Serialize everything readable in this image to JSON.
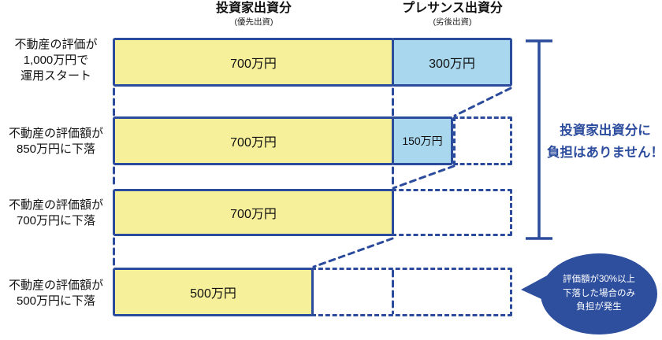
{
  "headers": {
    "investor": {
      "title": "投資家出資分",
      "subtitle": "(優先出資)"
    },
    "presance": {
      "title": "プレサンス出資分",
      "subtitle": "(劣後出資)"
    }
  },
  "rows": [
    {
      "label": "不動産の評価が\n1,000万円で\n運用スタート",
      "investor_display": "700万円",
      "presance_display": "300万円",
      "investor_value": 700,
      "presance_value": 300
    },
    {
      "label": "不動産の評価額が\n850万円に下落",
      "investor_display": "700万円",
      "presance_display": "150万円",
      "investor_value": 700,
      "presance_value": 150
    },
    {
      "label": "不動産の評価額が\n700万円に下落",
      "investor_display": "700万円",
      "presance_display": "",
      "investor_value": 700,
      "presance_value": 0
    },
    {
      "label": "不動産の評価額が\n500万円に下落",
      "investor_display": "500万円",
      "presance_display": "",
      "investor_value": 500,
      "presance_value": 0
    }
  ],
  "annotations": {
    "no_burden_note": "投資家出資分に\n負担はありません！",
    "bubble_note": "評価額が30%以上\n下落した場合のみ\n負担が発生"
  },
  "colors": {
    "line": "#2b4b9c",
    "investor_fill": "#f6f09b",
    "presance_fill": "#a8d7ee",
    "bubble_fill": "#2e4f9e",
    "note_text": "#2b4b9c"
  }
}
